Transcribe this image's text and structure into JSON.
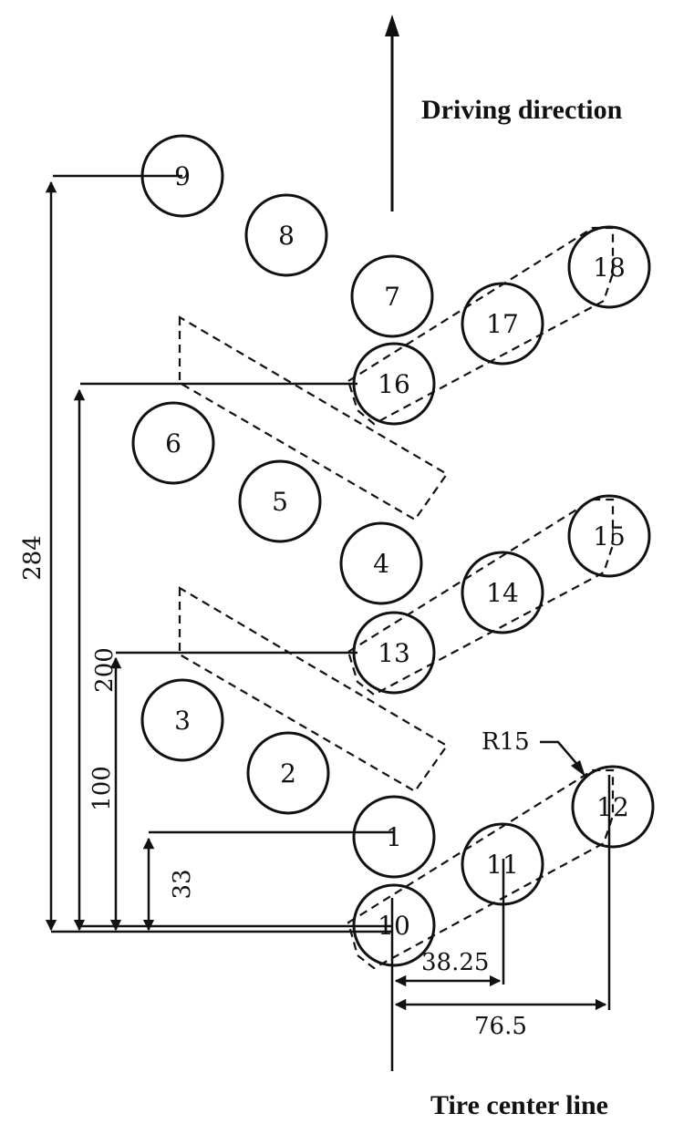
{
  "labels": {
    "driving_direction": "Driving direction",
    "tire_center_line": "Tire center line",
    "radius": "R15"
  },
  "circles": [
    {
      "id": "9",
      "label": "9"
    },
    {
      "id": "8",
      "label": "8"
    },
    {
      "id": "7",
      "label": "7"
    },
    {
      "id": "18",
      "label": "18"
    },
    {
      "id": "17",
      "label": "17"
    },
    {
      "id": "16",
      "label": "16"
    },
    {
      "id": "6",
      "label": "6"
    },
    {
      "id": "5",
      "label": "5"
    },
    {
      "id": "4",
      "label": "4"
    },
    {
      "id": "15",
      "label": "15"
    },
    {
      "id": "14",
      "label": "14"
    },
    {
      "id": "13",
      "label": "13"
    },
    {
      "id": "3",
      "label": "3"
    },
    {
      "id": "2",
      "label": "2"
    },
    {
      "id": "12",
      "label": "12"
    },
    {
      "id": "1",
      "label": "1"
    },
    {
      "id": "11",
      "label": "11"
    },
    {
      "id": "10",
      "label": "10"
    }
  ],
  "dimensions": {
    "d284": "284",
    "d200": "200",
    "d100": "100",
    "d33": "33",
    "d38_25": "38.25",
    "d76_5": "76.5"
  }
}
